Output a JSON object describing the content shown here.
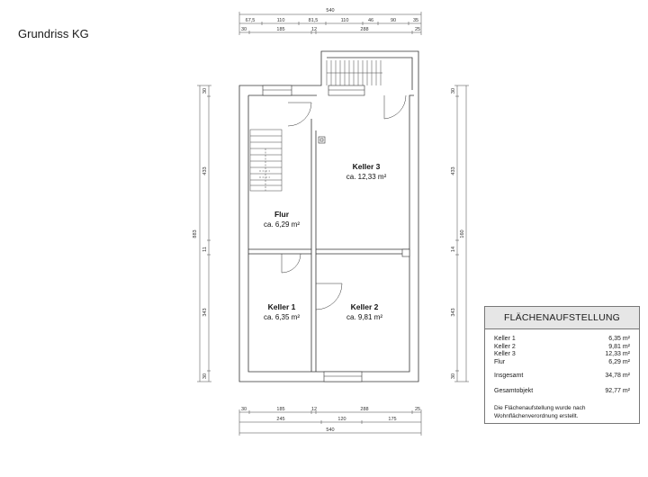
{
  "title": "Grundriss KG",
  "dims": {
    "top_total": "540",
    "top_row1": [
      "67,5",
      "110",
      "81,5",
      "110",
      "46",
      "90",
      "35"
    ],
    "top_row2": [
      "30",
      "185",
      "12",
      "288",
      "25"
    ],
    "bottom_row1": [
      "30",
      "185",
      "12",
      "288",
      "25"
    ],
    "bottom_row2": [
      "245",
      "120",
      "175"
    ],
    "bottom_total": "540",
    "left_total": "883",
    "left_row": [
      "30",
      "433",
      "11",
      "343",
      "30"
    ],
    "right_total": "160",
    "right_row": [
      "30",
      "433",
      "14",
      "343",
      "30"
    ]
  },
  "rooms": {
    "keller3": {
      "name": "Keller 3",
      "area": "ca. 12,33 m²"
    },
    "flur": {
      "name": "Flur",
      "area": "ca. 6,29 m²"
    },
    "keller1": {
      "name": "Keller 1",
      "area": "ca. 6,35 m²"
    },
    "keller2": {
      "name": "Keller 2",
      "area": "ca. 9,81 m²"
    }
  },
  "table": {
    "heading": "FLÄCHENAUFSTELLUNG",
    "rows": [
      {
        "label": "Keller 1",
        "value": "6,35 m²"
      },
      {
        "label": "Keller 2",
        "value": "9,81 m²"
      },
      {
        "label": "Keller 3",
        "value": "12,33 m²"
      },
      {
        "label": "Flur",
        "value": "6,29 m²"
      }
    ],
    "insgesamt": {
      "label": "Insgesamt",
      "value": "34,78 m²"
    },
    "gesamtobjekt": {
      "label": "Gesamtobjekt",
      "value": "92,77 m²"
    },
    "note_line1": "Die Flächenaufstellung wurde nach",
    "note_line2": "Wohnflächenverordnung erstellt."
  }
}
